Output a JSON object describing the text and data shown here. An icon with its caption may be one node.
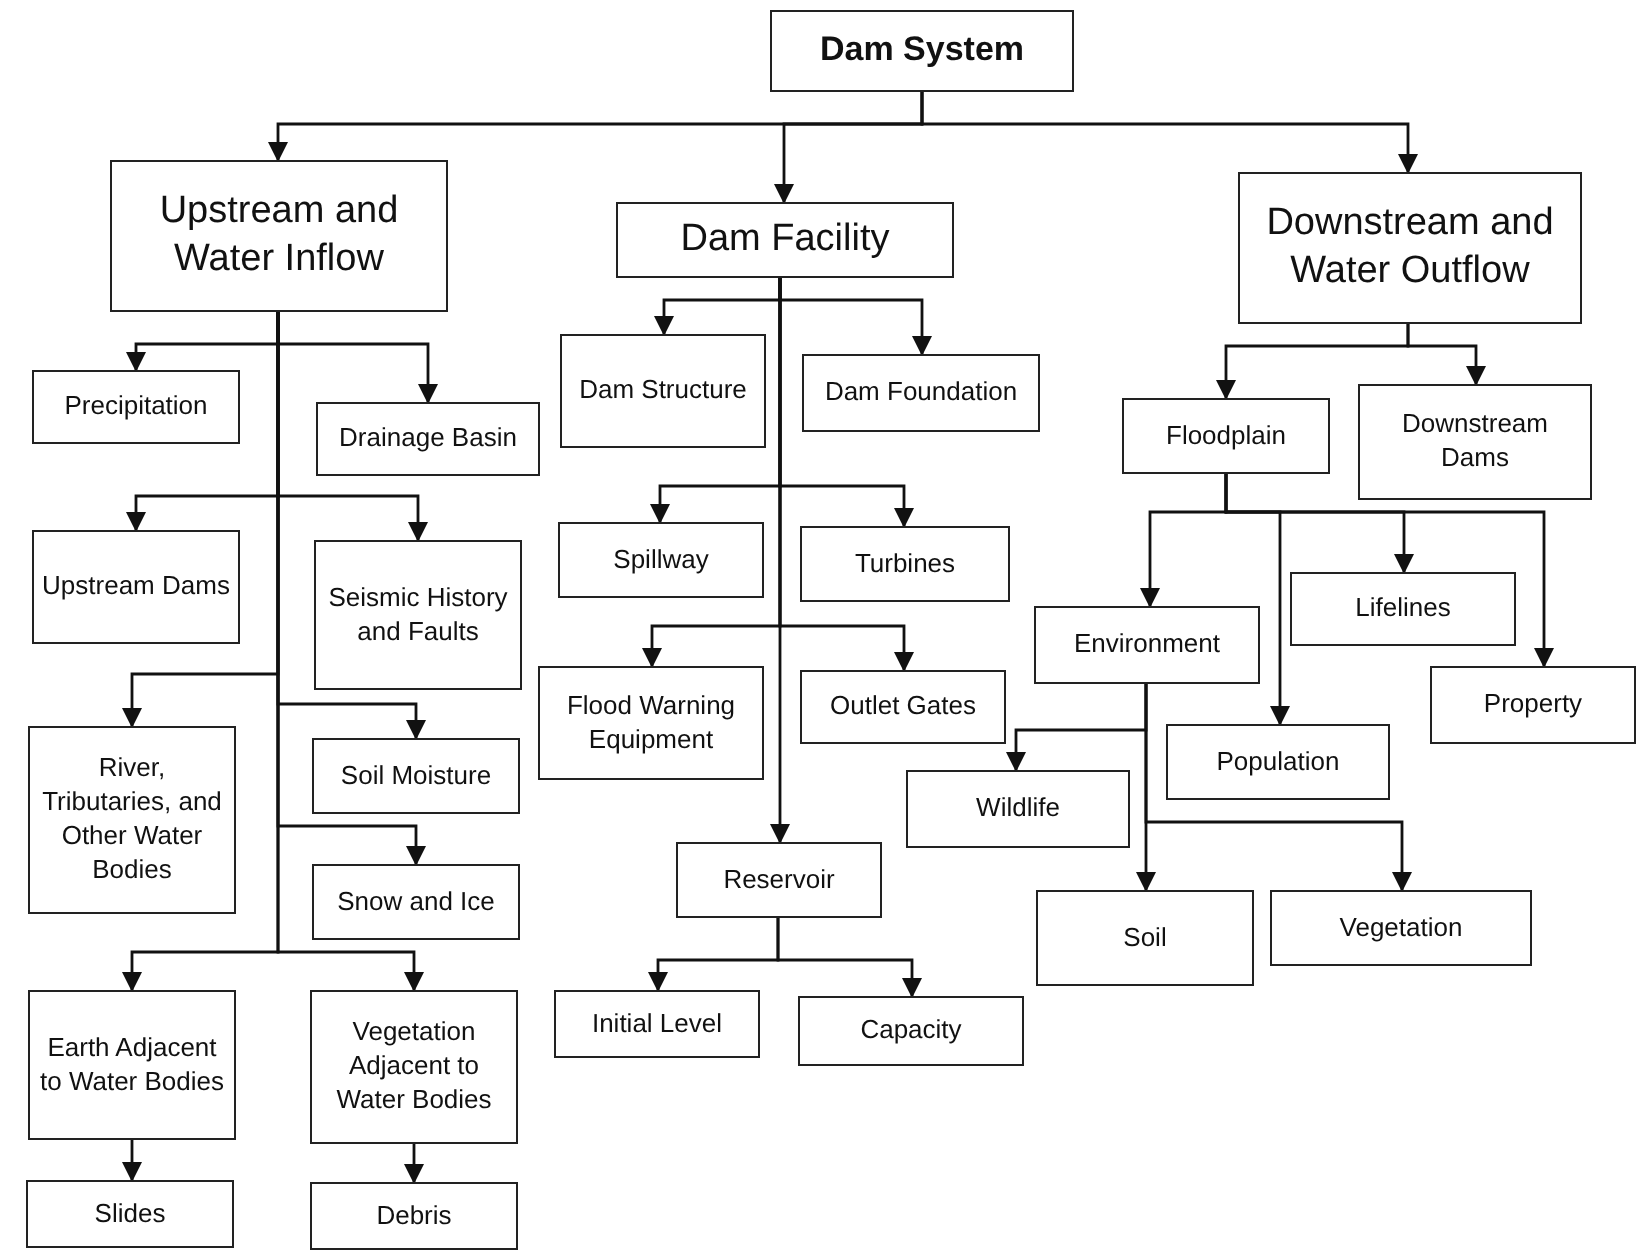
{
  "diagram": {
    "nodes": [
      {
        "text": [
          "Dam System"
        ]
      },
      {
        "text": [
          "Upstream and Water Inflow"
        ]
      },
      {
        "text": [
          "Dam Facility"
        ]
      },
      {
        "text": [
          "Downstream and Water Outflow"
        ]
      },
      {
        "text": [
          "Precipitation"
        ]
      },
      {
        "text": [
          "Drainage Basin"
        ]
      },
      {
        "text": [
          "Upstream Dams"
        ]
      },
      {
        "text": [
          "Seismic History and Faults"
        ]
      },
      {
        "text": [
          "River, Tributaries, and Other Water Bodies"
        ]
      },
      {
        "text": [
          "Soil Moisture"
        ]
      },
      {
        "text": [
          "Snow and Ice"
        ]
      },
      {
        "text": [
          "Earth Adjacent to Water Bodies"
        ]
      },
      {
        "text": [
          "Vegetation Adjacent to Water Bodies"
        ]
      },
      {
        "text": [
          "Slides"
        ]
      },
      {
        "text": [
          "Debris"
        ]
      },
      {
        "text": [
          "Dam Structure"
        ]
      },
      {
        "text": [
          "Dam Foundation"
        ]
      },
      {
        "text": [
          "Spillway"
        ]
      },
      {
        "text": [
          "Turbines"
        ]
      },
      {
        "text": [
          "Flood Warning Equipment"
        ]
      },
      {
        "text": [
          "Outlet Gates"
        ]
      },
      {
        "text": [
          "Reservoir"
        ]
      },
      {
        "text": [
          "Initial Level"
        ]
      },
      {
        "text": [
          "Capacity"
        ]
      },
      {
        "text": [
          "Floodplain"
        ]
      },
      {
        "text": [
          "Downstream Dams"
        ]
      },
      {
        "text": [
          "Environment"
        ]
      },
      {
        "text": [
          "Lifelines"
        ]
      },
      {
        "text": [
          "Property"
        ]
      },
      {
        "text": [
          "Population"
        ]
      },
      {
        "text": [
          "Wildlife"
        ]
      },
      {
        "text": [
          "Soil"
        ]
      },
      {
        "text": [
          "Vegetation"
        ]
      }
    ],
    "edges": [
      {
        "from": 0,
        "to": 1,
        "arrow": "to"
      },
      {
        "from": 0,
        "to": 2,
        "arrow": "to"
      },
      {
        "from": 0,
        "to": 3,
        "arrow": "to"
      },
      {
        "from": 1,
        "to": 4,
        "arrow": "to"
      },
      {
        "from": 1,
        "to": 5,
        "arrow": "to"
      },
      {
        "from": 1,
        "to": 6,
        "arrow": "to"
      },
      {
        "from": 1,
        "to": 7,
        "arrow": "to"
      },
      {
        "from": 1,
        "to": 8,
        "arrow": "to"
      },
      {
        "from": 1,
        "to": 9,
        "arrow": "to"
      },
      {
        "from": 1,
        "to": 10,
        "arrow": "to"
      },
      {
        "from": 1,
        "to": 11,
        "arrow": "to"
      },
      {
        "from": 1,
        "to": 12,
        "arrow": "to"
      },
      {
        "from": 11,
        "to": 13,
        "arrow": "to"
      },
      {
        "from": 12,
        "to": 14,
        "arrow": "to"
      },
      {
        "from": 2,
        "to": 15,
        "arrow": "to"
      },
      {
        "from": 2,
        "to": 16,
        "arrow": "to"
      },
      {
        "from": 2,
        "to": 17,
        "arrow": "to"
      },
      {
        "from": 2,
        "to": 18,
        "arrow": "to"
      },
      {
        "from": 2,
        "to": 19,
        "arrow": "to"
      },
      {
        "from": 2,
        "to": 20,
        "arrow": "to"
      },
      {
        "from": 2,
        "to": 21,
        "arrow": "to"
      },
      {
        "from": 21,
        "to": 22,
        "arrow": "to"
      },
      {
        "from": 21,
        "to": 23,
        "arrow": "to"
      },
      {
        "from": 3,
        "to": 24,
        "arrow": "to"
      },
      {
        "from": 3,
        "to": 25,
        "arrow": "to"
      },
      {
        "from": 24,
        "to": 26,
        "arrow": "to"
      },
      {
        "from": 24,
        "to": 29,
        "arrow": "to"
      },
      {
        "from": 24,
        "to": 27,
        "arrow": "to"
      },
      {
        "from": 24,
        "to": 28,
        "arrow": "to"
      },
      {
        "from": 26,
        "to": 30,
        "arrow": "to"
      },
      {
        "from": 26,
        "to": 31,
        "arrow": "to"
      },
      {
        "from": 26,
        "to": 32,
        "arrow": "to"
      }
    ]
  }
}
